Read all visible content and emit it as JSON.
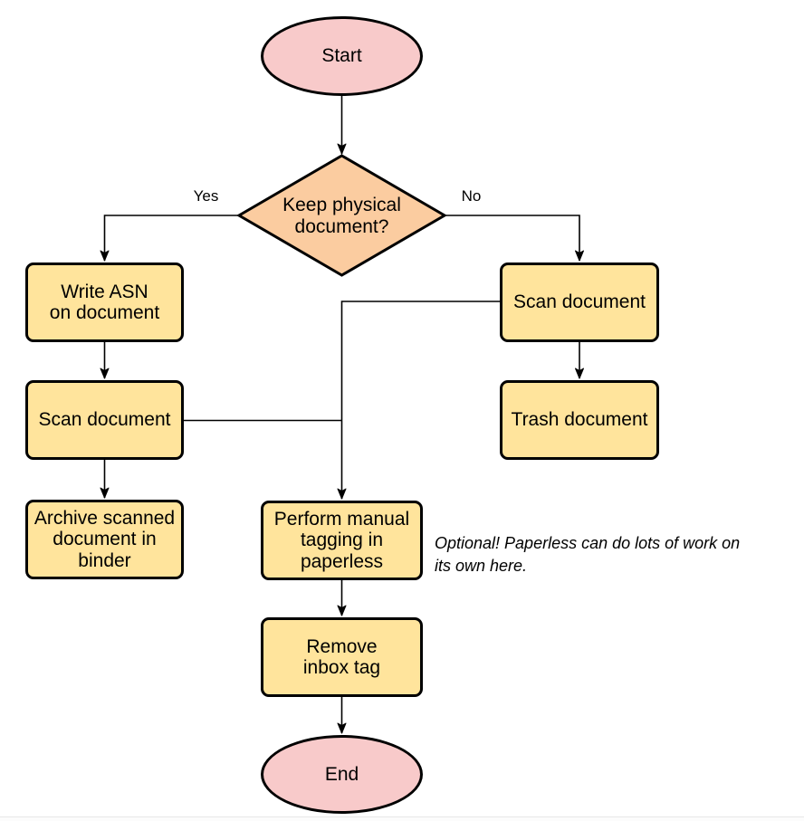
{
  "colors": {
    "background": "#ffffff",
    "process_fill": "#ffe49c",
    "decision_fill": "#fbcca0",
    "terminator_fill": "#f8caca",
    "stroke": "#000000"
  },
  "nodes": {
    "start": {
      "type": "terminator",
      "label": "Start"
    },
    "decision": {
      "type": "decision",
      "label": "Keep physical\ndocument?"
    },
    "write_asn": {
      "type": "process",
      "label": "Write ASN\non document"
    },
    "scan_left": {
      "type": "process",
      "label": "Scan document"
    },
    "archive": {
      "type": "process",
      "label": "Archive scanned\ndocument in\nbinder"
    },
    "scan_right": {
      "type": "process",
      "label": "Scan document"
    },
    "trash": {
      "type": "process",
      "label": "Trash document"
    },
    "tagging": {
      "type": "process",
      "label": "Perform manual\ntagging in\npaperless"
    },
    "remove_inbox": {
      "type": "process",
      "label": "Remove\ninbox tag"
    },
    "end": {
      "type": "terminator",
      "label": "End"
    }
  },
  "edge_labels": {
    "yes": "Yes",
    "no": "No"
  },
  "annotation": "Optional! Paperless can do lots of work on\nits own here."
}
